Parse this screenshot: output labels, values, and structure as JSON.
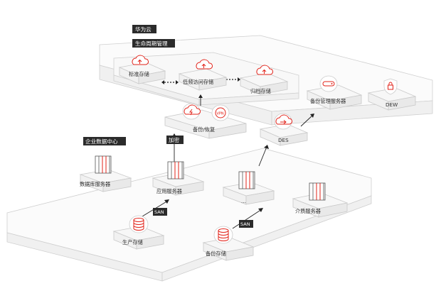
{
  "zones": {
    "cloud": "华为云",
    "lifecycle": "生命周期管理",
    "datacenter": "企业数据中心"
  },
  "nodes": {
    "standard_storage": "标准存储",
    "infrequent_storage": "低频访问存储",
    "archive_storage": "归档存储",
    "backup_mgmt_server": "备份管理服务器",
    "dew": "DEW",
    "backup_restore": "备份/恢复",
    "des": "DES",
    "db_server": "数据库服务器",
    "app_server": "应用服务器",
    "ellipsis": "...",
    "media_server": "介质服务器",
    "production_storage": "生产存储",
    "backup_storage": "备份存储"
  },
  "link_labels": {
    "encrypt": "加密",
    "san_left": "SAN",
    "san_right": "SAN"
  },
  "icon_text": {
    "vpn": "VPN"
  },
  "colors": {
    "accent": "#e2231a",
    "tag_bg": "#2b2b2b",
    "platform": "#f7f7f7",
    "line": "#222222"
  }
}
